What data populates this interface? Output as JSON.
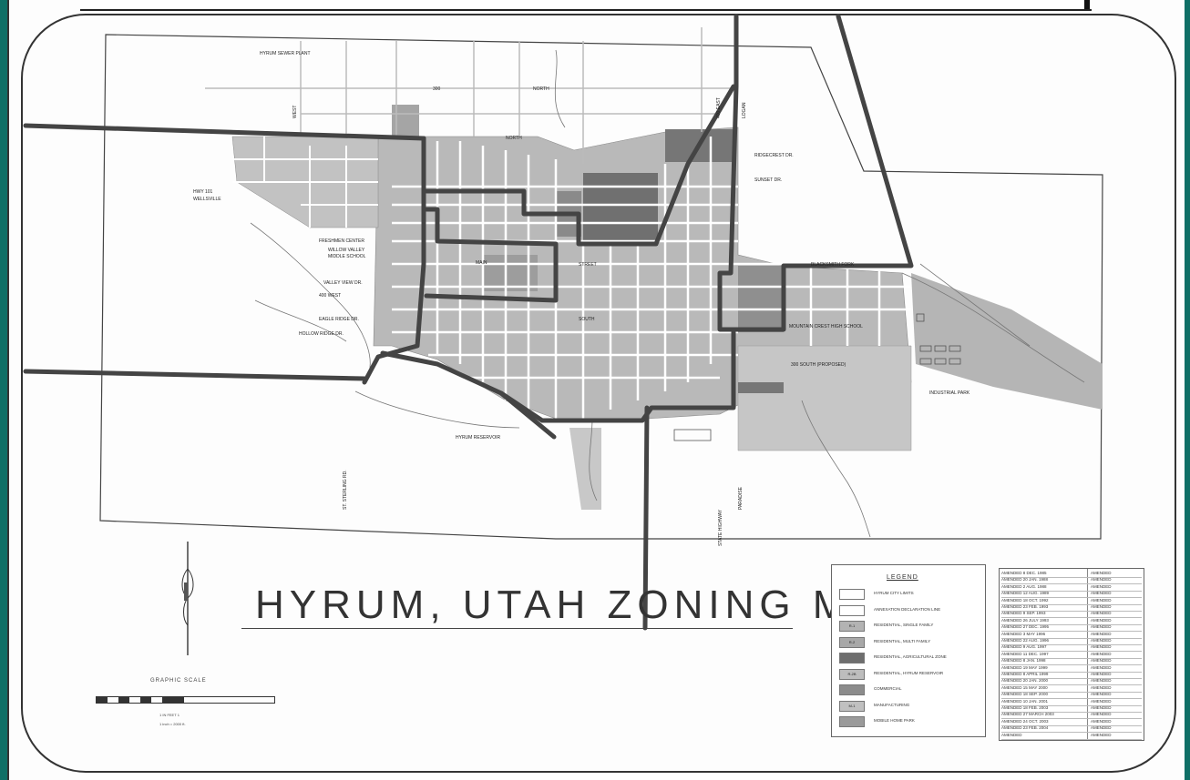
{
  "title": "HYRUM, UTAH ZONING MAP",
  "legend": {
    "title": "LEGEND",
    "items": [
      {
        "code": "",
        "label": "HYRUM CITY LIMITS",
        "color": "#ffffff"
      },
      {
        "code": "",
        "label": "ANNEXATION DECLARATION LINE",
        "color": "#ffffff"
      },
      {
        "code": "R-1",
        "label": "RESIDENTIAL, SINGLE FAMILY",
        "color": "#b3b3b3"
      },
      {
        "code": "R-2",
        "label": "RESIDENTIAL, MULTI FAMILY",
        "color": "#a8a8a8"
      },
      {
        "code": "",
        "label": "RESIDENTIAL, AGRICULTURAL ZONE",
        "color": "#6e6e6e"
      },
      {
        "code": "R-2B",
        "label": "RESIDENTIAL, HYRUM RESERVOIR",
        "color": "#bdbdbd"
      },
      {
        "code": "",
        "label": "COMMERCIAL",
        "color": "#8c8c8c"
      },
      {
        "code": "M-1",
        "label": "MANUFACTURING",
        "color": "#c0c0c0"
      },
      {
        "code": "",
        "label": "MOBILE HOME PARK",
        "color": "#9a9a9a"
      }
    ]
  },
  "amendments": [
    [
      "AMENDED 8 DEC. 1985",
      "AMENDED"
    ],
    [
      "AMENDED 20 JAN. 1988",
      "AMENDED"
    ],
    [
      "AMENDED 2 AUG. 1988",
      "AMENDED"
    ],
    [
      "AMENDED 12 AUG. 1989",
      "AMENDED"
    ],
    [
      "AMENDED 18 OCT. 1992",
      "AMENDED"
    ],
    [
      "AMENDED 23 FEB. 1993",
      "AMENDED"
    ],
    [
      "AMENDED 9 SEP. 1993",
      "AMENDED"
    ],
    [
      "AMENDED 26 JULY 1993",
      "AMENDED"
    ],
    [
      "AMENDED 27 DEC. 1995",
      "AMENDED"
    ],
    [
      "AMENDED 3 MAY 1996",
      "AMENDED"
    ],
    [
      "AMENDED 22 AUG. 1996",
      "AMENDED"
    ],
    [
      "AMENDED 9 AUG. 1997",
      "AMENDED"
    ],
    [
      "AMENDED 11 DEC. 1997",
      "AMENDED"
    ],
    [
      "AMENDED 8 JAN. 1998",
      "AMENDED"
    ],
    [
      "AMENDED 19 MAY 1999",
      "AMENDED"
    ],
    [
      "AMENDED 8 APRIL 1999",
      "AMENDED"
    ],
    [
      "AMENDED 20 JAN. 2000",
      "AMENDED"
    ],
    [
      "AMENDED 15 MAY 2000",
      "AMENDED"
    ],
    [
      "AMENDED 18 SEP. 2000",
      "AMENDED"
    ],
    [
      "AMENDED 10 JAN. 2001",
      "AMENDED"
    ],
    [
      "AMENDED 18 FEB. 2003",
      "AMENDED"
    ],
    [
      "AMENDED 27 MARCH 2003",
      "AMENDED"
    ],
    [
      "AMENDED 24 OCT. 2003",
      "AMENDED"
    ],
    [
      "AMENDED 23 FEB. 2004",
      "AMENDED"
    ],
    [
      "AMENDED",
      "AMENDED"
    ]
  ],
  "scale": {
    "title": "GRAPHIC SCALE",
    "note1": "1 IN FEET 1",
    "note2": "1 inch = 2000 ft."
  },
  "labels": {
    "sewer_plant": "HYRUM SEWER PLANT",
    "north_300": "300",
    "north_300b": "NORTH",
    "north": "NORTH",
    "hwy101": "HWY 101",
    "wellsville": "WELLSVILLE",
    "west": "WEST",
    "freshmen": "FRESHMEN CENTER",
    "willow": "WILLOW VALLEY",
    "middle": "MIDDLE SCHOOL",
    "valley_view": "VALLEY VIEW DR.",
    "w400": "400 WEST",
    "eagle": "EAGLE RIDGE DR.",
    "hollow": "HOLLOW RIDGE DR.",
    "main": "MAIN",
    "street": "STREET",
    "south": "SOUTH",
    "reservoir": "HYRUM RESERVOIR",
    "st_rd": "ST. STERLING RD.",
    "hwy165": "STATE HIGHWAY",
    "paradise": "PARADISE",
    "industrial": "INDUSTRIAL PARK",
    "s300": "300 SOUTH (PROPOSED)",
    "mountain_crest": "MOUNTAIN CREST HIGH SCHOOL",
    "blacksmith": "BLACKSMITH FORK",
    "logan": "LOGAN",
    "sunset": "SUNSET DR.",
    "ridgecrest": "RIDGECREST DR.",
    "e400": "400 EAST"
  },
  "colors": {
    "frame": "#0f6f66",
    "boundary": "#444444",
    "zone_dark": "#6e6e6e",
    "zone_mid": "#a8a8a8",
    "zone_light": "#c4c4c4"
  }
}
